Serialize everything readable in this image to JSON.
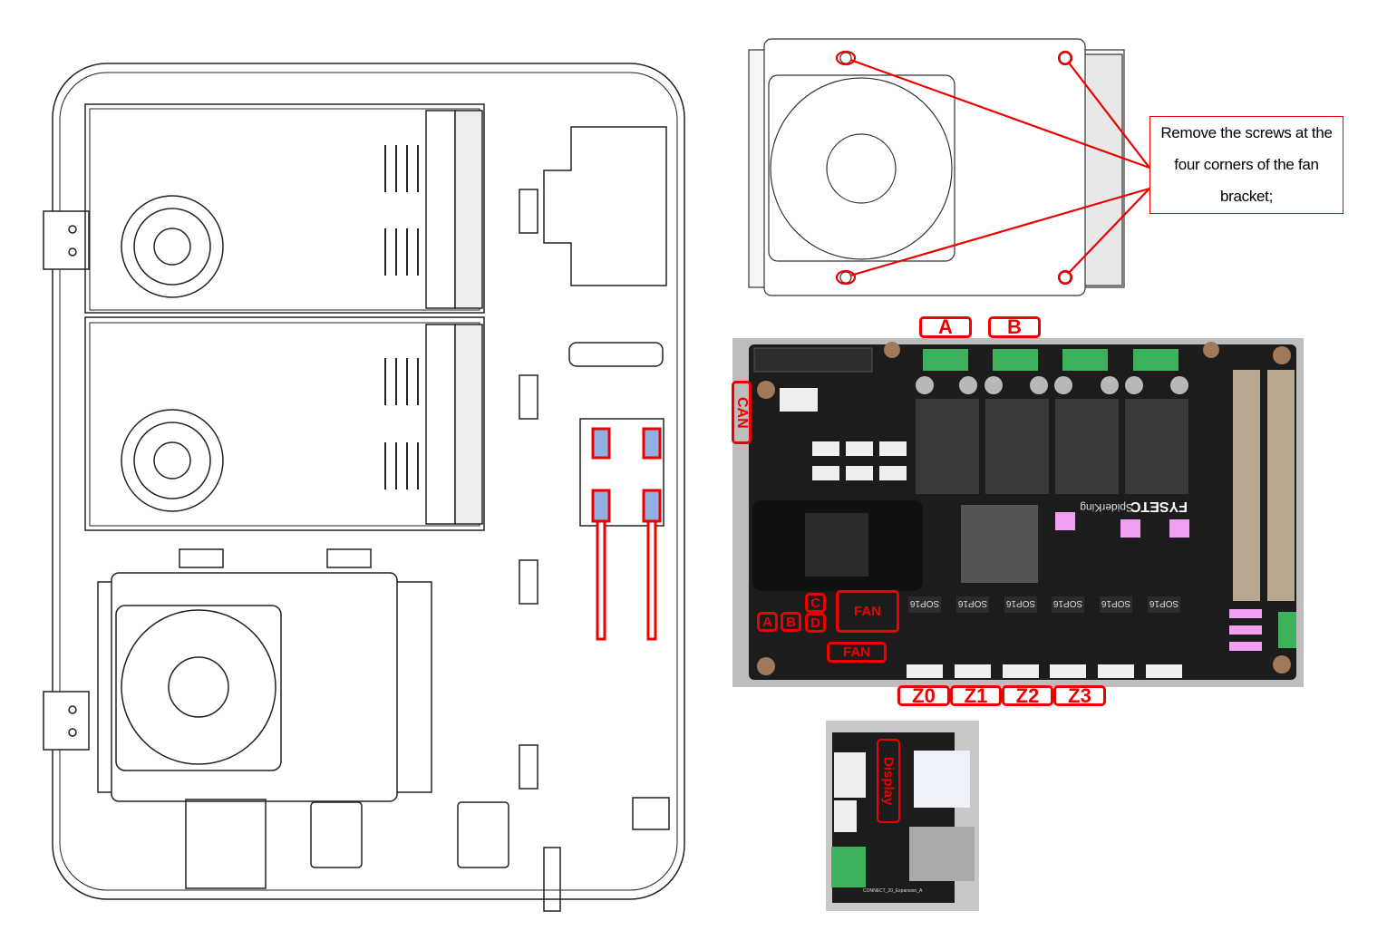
{
  "callout": {
    "lines": [
      "Remove the screws at the",
      "four corners of the fan",
      "bracket;"
    ]
  },
  "mainboard": {
    "brand": "FYSETC",
    "model": "SpiderKing",
    "driver_chip": "SOP16",
    "labels": {
      "motor_a": "A",
      "motor_b": "B",
      "can": "CAN",
      "z0": "Z0",
      "z1": "Z1",
      "z2": "Z2",
      "z3": "Z3",
      "port_a": "A",
      "port_b": "B",
      "port_c": "C",
      "port_d": "D",
      "fan_top": "FAN",
      "fan_bottom": "FAN"
    }
  },
  "expansion_board": {
    "label": "Display",
    "silkscreen": "CONNECT_20_Expansion_A"
  },
  "colors": {
    "annotation": "#e00000",
    "pcb": "#1a1a1a",
    "terminal": "#3cb35a"
  }
}
